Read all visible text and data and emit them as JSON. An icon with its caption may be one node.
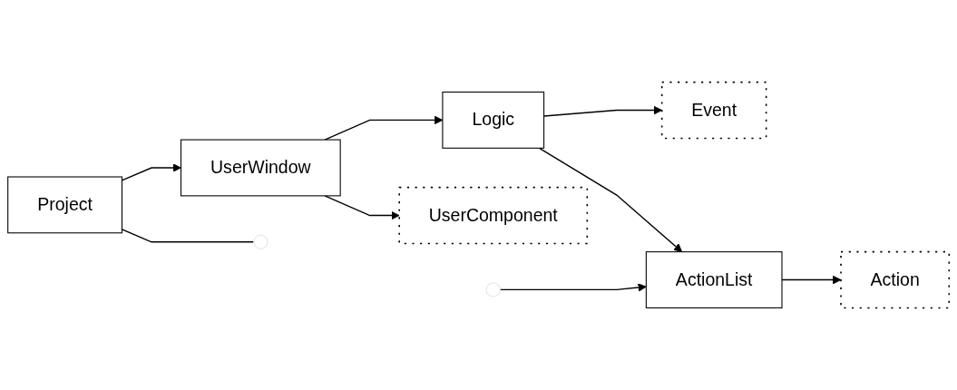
{
  "diagram": {
    "nodes": [
      {
        "text": [
          "Project"
        ]
      },
      {
        "text": [
          "UserWindow"
        ]
      },
      {
        "text": [
          "Logic"
        ]
      },
      {
        "text": [
          "UserComponent"
        ]
      },
      {
        "text": [
          "Event"
        ]
      },
      {
        "text": [
          "ActionList"
        ]
      },
      {
        "text": [
          "Action"
        ]
      }
    ],
    "edges": [
      {
        "from": 0,
        "to": 1,
        "arrow": "to"
      },
      {
        "from": 1,
        "to": 2,
        "arrow": "to"
      },
      {
        "from": 1,
        "to": 3,
        "arrow": "to"
      },
      {
        "from": 2,
        "to": 4,
        "arrow": "to"
      },
      {
        "from": 2,
        "to": 5,
        "arrow": "to"
      },
      {
        "from": 5,
        "to": 6,
        "arrow": "to"
      },
      {
        "from": 0,
        "to": null,
        "arrow": "none"
      },
      {
        "from": null,
        "to": 5,
        "arrow": "to"
      }
    ]
  }
}
